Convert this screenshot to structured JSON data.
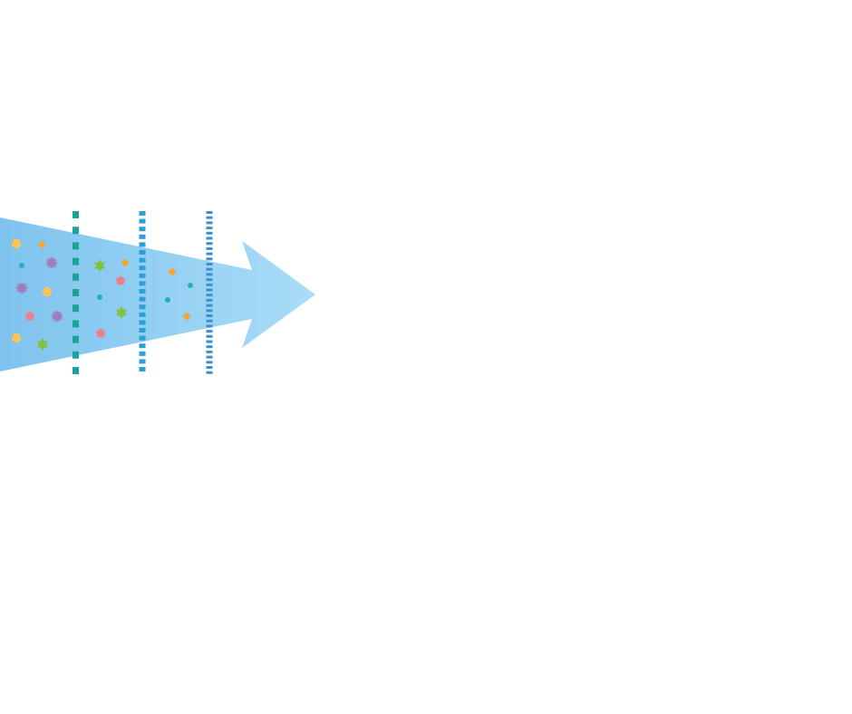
{
  "diagram": {
    "kind": "filtration-arrow",
    "direction": "right",
    "colors": {
      "background": "#ffffff",
      "arrow_gradient_start": "#7fc3ee",
      "arrow_gradient_end": "#a9dcf7"
    },
    "filters": [
      {
        "name": "coarse-filter",
        "color": "#1aa39a"
      },
      {
        "name": "medium-filter",
        "color": "#2a9fd8"
      },
      {
        "name": "fine-filter",
        "color": "#3d8fd0"
      }
    ],
    "particles": [
      {
        "shape": "circle",
        "color": "#fcc25a"
      },
      {
        "shape": "diamond",
        "color": "#f5a433"
      },
      {
        "shape": "dot",
        "color": "#21b3b0"
      },
      {
        "shape": "spiky-star",
        "color": "#a07bbd"
      },
      {
        "shape": "pentagon",
        "color": "#f07e93"
      },
      {
        "shape": "star",
        "color": "#7ec242"
      }
    ]
  }
}
